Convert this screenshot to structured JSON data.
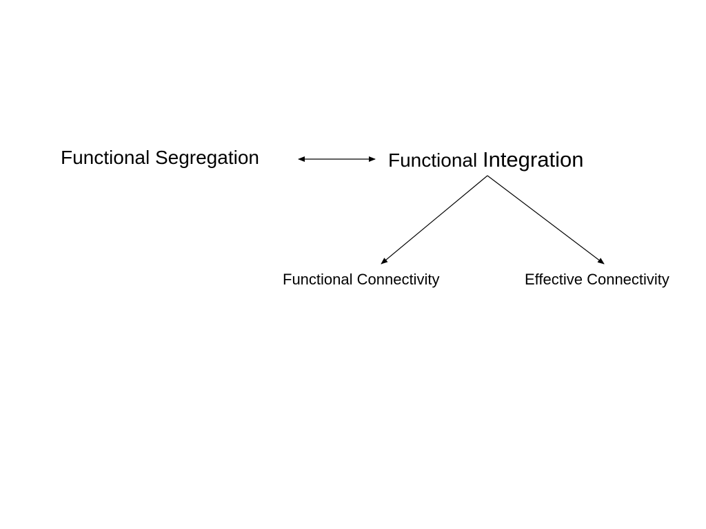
{
  "diagram": {
    "nodes": {
      "segregation": "Functional Segregation",
      "integration_prefix": "Functional",
      "integration_word": "Integration",
      "functional_connectivity": "Functional Connectivity",
      "effective_connectivity": "Effective Connectivity"
    },
    "edges": [
      {
        "from": "segregation",
        "to": "integration",
        "style": "double-arrow"
      },
      {
        "from": "integration",
        "to": "functional_connectivity",
        "style": "arrow"
      },
      {
        "from": "integration",
        "to": "effective_connectivity",
        "style": "arrow"
      }
    ],
    "colors": {
      "text": "#000000",
      "line": "#000000",
      "background": "#ffffff"
    }
  }
}
